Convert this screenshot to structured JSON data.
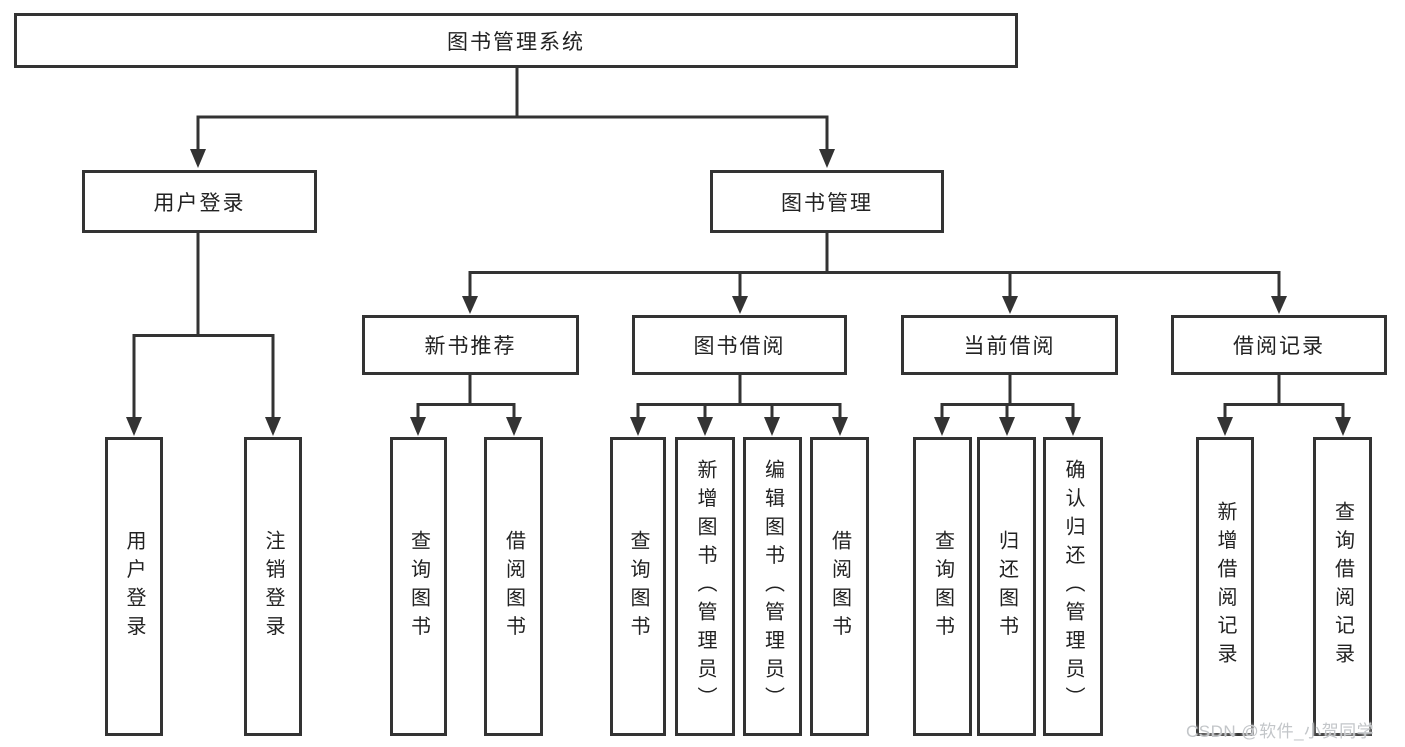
{
  "diagram": {
    "tree": {
      "root": {
        "label": "图书管理系统",
        "children": [
          {
            "label": "用户登录",
            "children": [
              {
                "label": "用户登录"
              },
              {
                "label": "注销登录"
              }
            ]
          },
          {
            "label": "图书管理",
            "children": [
              {
                "label": "新书推荐",
                "children": [
                  {
                    "label": "查询图书"
                  },
                  {
                    "label": "借阅图书"
                  }
                ]
              },
              {
                "label": "图书借阅",
                "children": [
                  {
                    "label": "查询图书"
                  },
                  {
                    "label": "新增图书（管理员）"
                  },
                  {
                    "label": "编辑图书（管理员）"
                  },
                  {
                    "label": "借阅图书"
                  }
                ]
              },
              {
                "label": "当前借阅",
                "children": [
                  {
                    "label": "查询图书"
                  },
                  {
                    "label": "归还图书"
                  },
                  {
                    "label": "确认归还（管理员）"
                  }
                ]
              },
              {
                "label": "借阅记录",
                "children": [
                  {
                    "label": "新增借阅记录"
                  },
                  {
                    "label": "查询借阅记录"
                  }
                ]
              }
            ]
          }
        ]
      }
    },
    "line_color": "#333333"
  },
  "watermark": {
    "text": "CSDN @软件_小贺同学"
  }
}
